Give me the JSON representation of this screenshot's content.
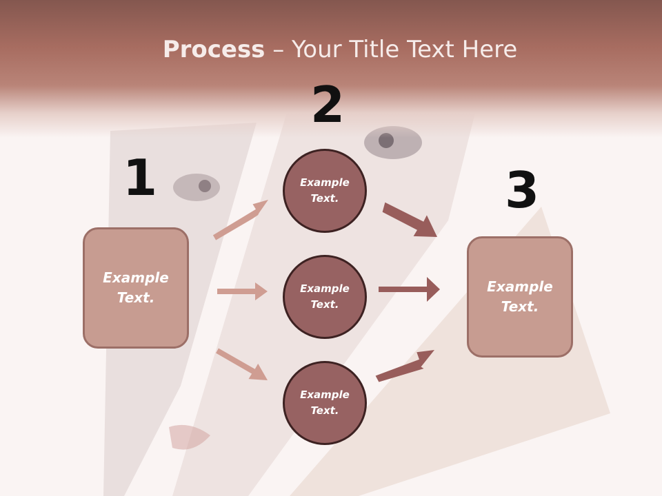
{
  "title": {
    "bold": "Process",
    "rest": " – Your Title Text Here"
  },
  "steps": [
    {
      "number": "1",
      "text": "Example\nText.",
      "line1": "Example",
      "line2": "Text."
    },
    {
      "number": "2"
    },
    {
      "number": "3",
      "line1": "Example",
      "line2": "Text."
    }
  ],
  "circles": [
    {
      "line1": "Example",
      "line2": "Text."
    },
    {
      "line1": "Example",
      "line2": "Text."
    },
    {
      "line1": "Example",
      "line2": "Text."
    }
  ],
  "colors": {
    "header": "#a86d61",
    "box_fill": "#c79c91",
    "box_border": "#9c6f67",
    "circle_fill": "#976262",
    "circle_border": "#3d2222",
    "arrow_light": "#cf9d92",
    "arrow_dark": "#985d5b"
  }
}
